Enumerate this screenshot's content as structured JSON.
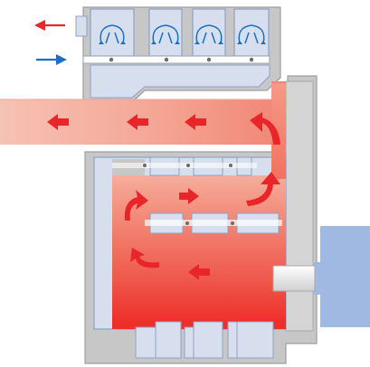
{
  "diagram": {
    "components": [
      "heat-exchanger-unit",
      "exhaust-duct",
      "furnace-chamber",
      "motor-block"
    ],
    "colors": {
      "housing_gray": "#c7c7c7",
      "housing_edge": "#9e9e9e",
      "panel_blue": "#d7dfef",
      "panel_edge": "#8ea0c4",
      "motor_blue": "#9fb9e2",
      "hot_red": "#f23a34",
      "warm_pink": "#f6c2b4",
      "arrow_red": "#e8262a",
      "arrow_blue": "#1d6fc4"
    },
    "arrows": {
      "top_left_out": "red-arrow-left",
      "top_left_in": "blue-arrow-right"
    }
  }
}
